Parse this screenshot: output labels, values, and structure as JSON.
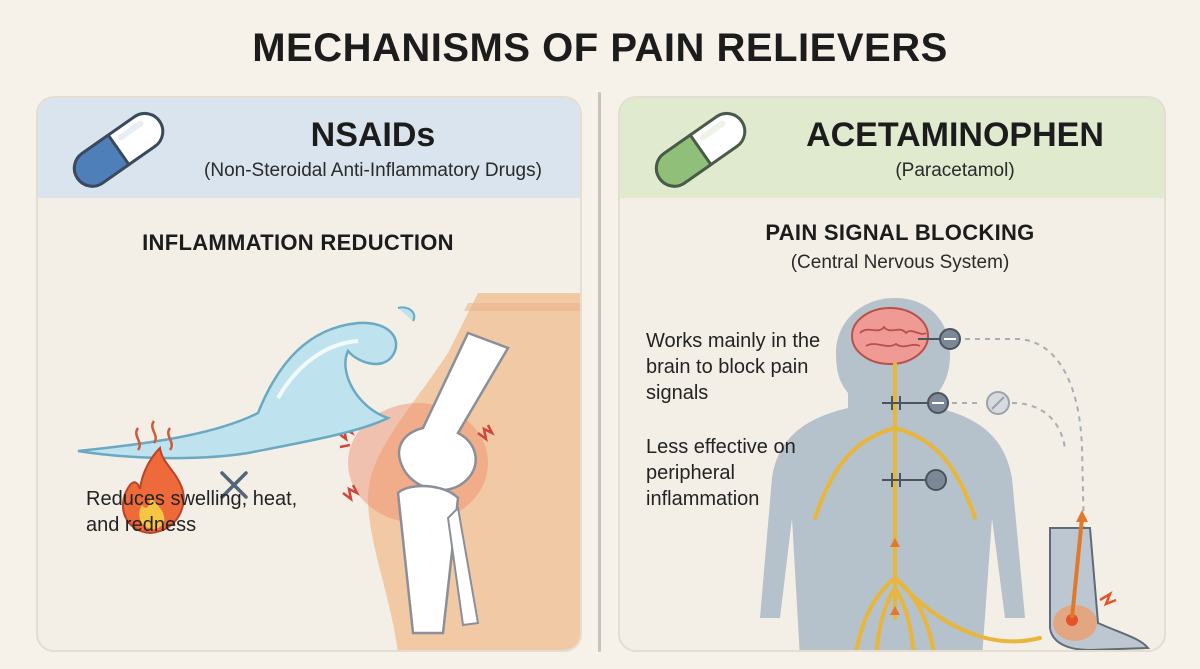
{
  "title": "MECHANISMS OF PAIN RELIEVERS",
  "left": {
    "name": "NSAIDs",
    "full_name": "(Non-Steroidal Anti-Inflammatory Drugs)",
    "mechanism": "INFLAMMATION REDUCTION",
    "description": "Reduces swelling, heat, and redness",
    "pill_color": "#4f7fb8"
  },
  "right": {
    "name": "ACETAMINOPHEN",
    "full_name": "(Paracetamol)",
    "mechanism": "PAIN SIGNAL BLOCKING",
    "mechanism_sub": "(Central Nervous System)",
    "description_1": "Works mainly in the brain to block pain signals",
    "description_2": "Less effective on peripheral inflammation",
    "pill_color": "#8fbf78"
  }
}
